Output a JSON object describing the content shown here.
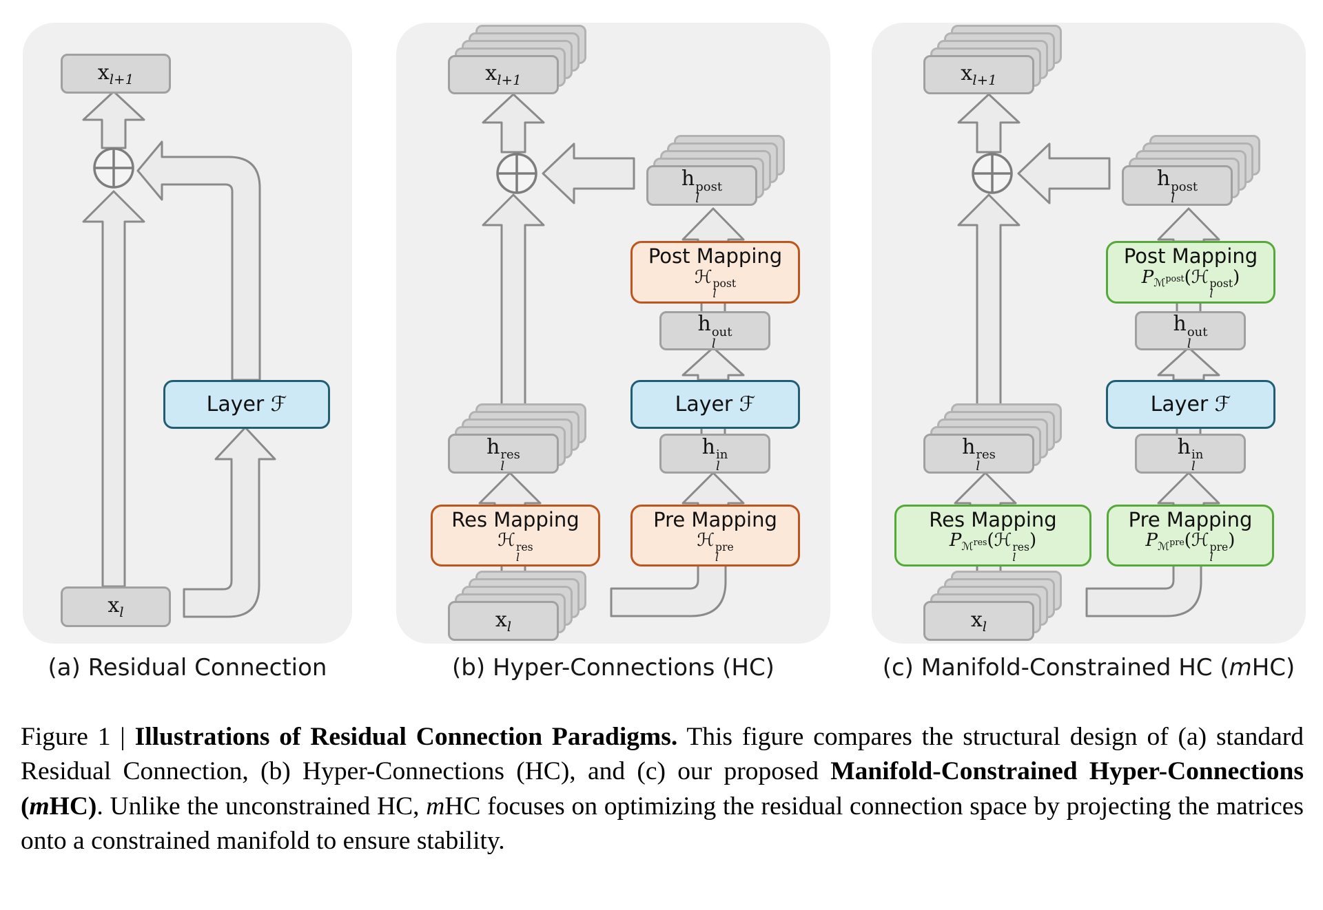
{
  "palette": {
    "panel_bg": "#f0f0f0",
    "box_fill": "#d7d7d7",
    "box_border": "#a0a0a0",
    "arrow_fill": "#ebebeb",
    "arrow_stroke": "#8a8a8a",
    "layer_fill": "#cde9f6",
    "layer_border": "#215e74",
    "hc_fill": "#fce8d9",
    "hc_border": "#bc551e",
    "mhc_fill": "#def3d3",
    "mhc_border": "#55a93a"
  },
  "figure": {
    "panels": {
      "a": {
        "caption": [
          {
            "t": "(a) Residual Connection"
          }
        ],
        "x_out": {
          "base": "x",
          "sub": "l+1"
        },
        "x_in": {
          "base": "x",
          "sub": "l"
        },
        "layer": {
          "label": "Layer ",
          "symbol": "ℱ"
        }
      },
      "b": {
        "caption": [
          {
            "t": "(b) Hyper-Connections (HC)"
          }
        ],
        "x_out": {
          "base": "x",
          "sub": "l+1"
        },
        "x_in": {
          "base": "x",
          "sub": "l"
        },
        "layer": {
          "label": "Layer ",
          "symbol": "ℱ"
        },
        "h_res": {
          "base": "h",
          "sub": "l",
          "sup": "res"
        },
        "h_post": {
          "base": "h",
          "sub": "l",
          "sup": "post"
        },
        "h_out": {
          "base": "h",
          "sub": "l",
          "sup": "out"
        },
        "h_in": {
          "base": "h",
          "sub": "l",
          "sup": "in"
        },
        "res_mapping": {
          "title": "Res Mapping",
          "op": "ℋ",
          "sub": "l",
          "sup": "res"
        },
        "pre_mapping": {
          "title": "Pre Mapping",
          "op": "ℋ",
          "sub": "l",
          "sup": "pre"
        },
        "post_mapping": {
          "title": "Post Mapping",
          "op": "ℋ",
          "sub": "l",
          "sup": "post"
        }
      },
      "c": {
        "caption": [
          {
            "t": "(c) Manifold-Constrained HC ("
          },
          {
            "t": "m",
            "i": true
          },
          {
            "t": "HC)"
          }
        ],
        "x_out": {
          "base": "x",
          "sub": "l+1"
        },
        "x_in": {
          "base": "x",
          "sub": "l"
        },
        "layer": {
          "label": "Layer ",
          "symbol": "ℱ"
        },
        "h_res": {
          "base": "h",
          "sub": "l",
          "sup": "res"
        },
        "h_post": {
          "base": "h",
          "sub": "l",
          "sup": "post"
        },
        "h_out": {
          "base": "h",
          "sub": "l",
          "sup": "out"
        },
        "h_in": {
          "base": "h",
          "sub": "l",
          "sup": "in"
        },
        "res_mapping": {
          "title": "Res Mapping",
          "proj": "P",
          "manifold": "ℳ",
          "manifold_sup": "res",
          "open": "(",
          "op": "ℋ",
          "sub": "l",
          "sup": "res",
          "close": ")"
        },
        "pre_mapping": {
          "title": "Pre Mapping",
          "proj": "P",
          "manifold": "ℳ",
          "manifold_sup": "pre",
          "open": "(",
          "op": "ℋ",
          "sub": "l",
          "sup": "pre",
          "close": ")"
        },
        "post_mapping": {
          "title": "Post Mapping",
          "proj": "P",
          "manifold": "ℳ",
          "manifold_sup": "post",
          "open": "(",
          "op": "ℋ",
          "sub": "l",
          "sup": "post",
          "close": ")"
        }
      }
    },
    "caption": [
      {
        "t": "Figure 1 | "
      },
      {
        "t": "Illustrations of Residual Connection Paradigms.",
        "b": true
      },
      {
        "t": " This figure compares the structural design of (a) standard Residual Connection, (b) Hyper-Connections (HC), and (c) our proposed "
      },
      {
        "t": "Manifold-Constrained Hyper-Connections",
        "b": true
      },
      {
        "t": " (",
        "b": true
      },
      {
        "t": "m",
        "b": true,
        "i": true
      },
      {
        "t": "HC",
        "b": true
      },
      {
        "t": ")",
        "b": true
      },
      {
        "t": ". Unlike the unconstrained HC, "
      },
      {
        "t": "m",
        "i": true
      },
      {
        "t": "HC focuses on optimizing the residual connection space by projecting the matrices onto a constrained manifold to ensure stability."
      }
    ]
  }
}
